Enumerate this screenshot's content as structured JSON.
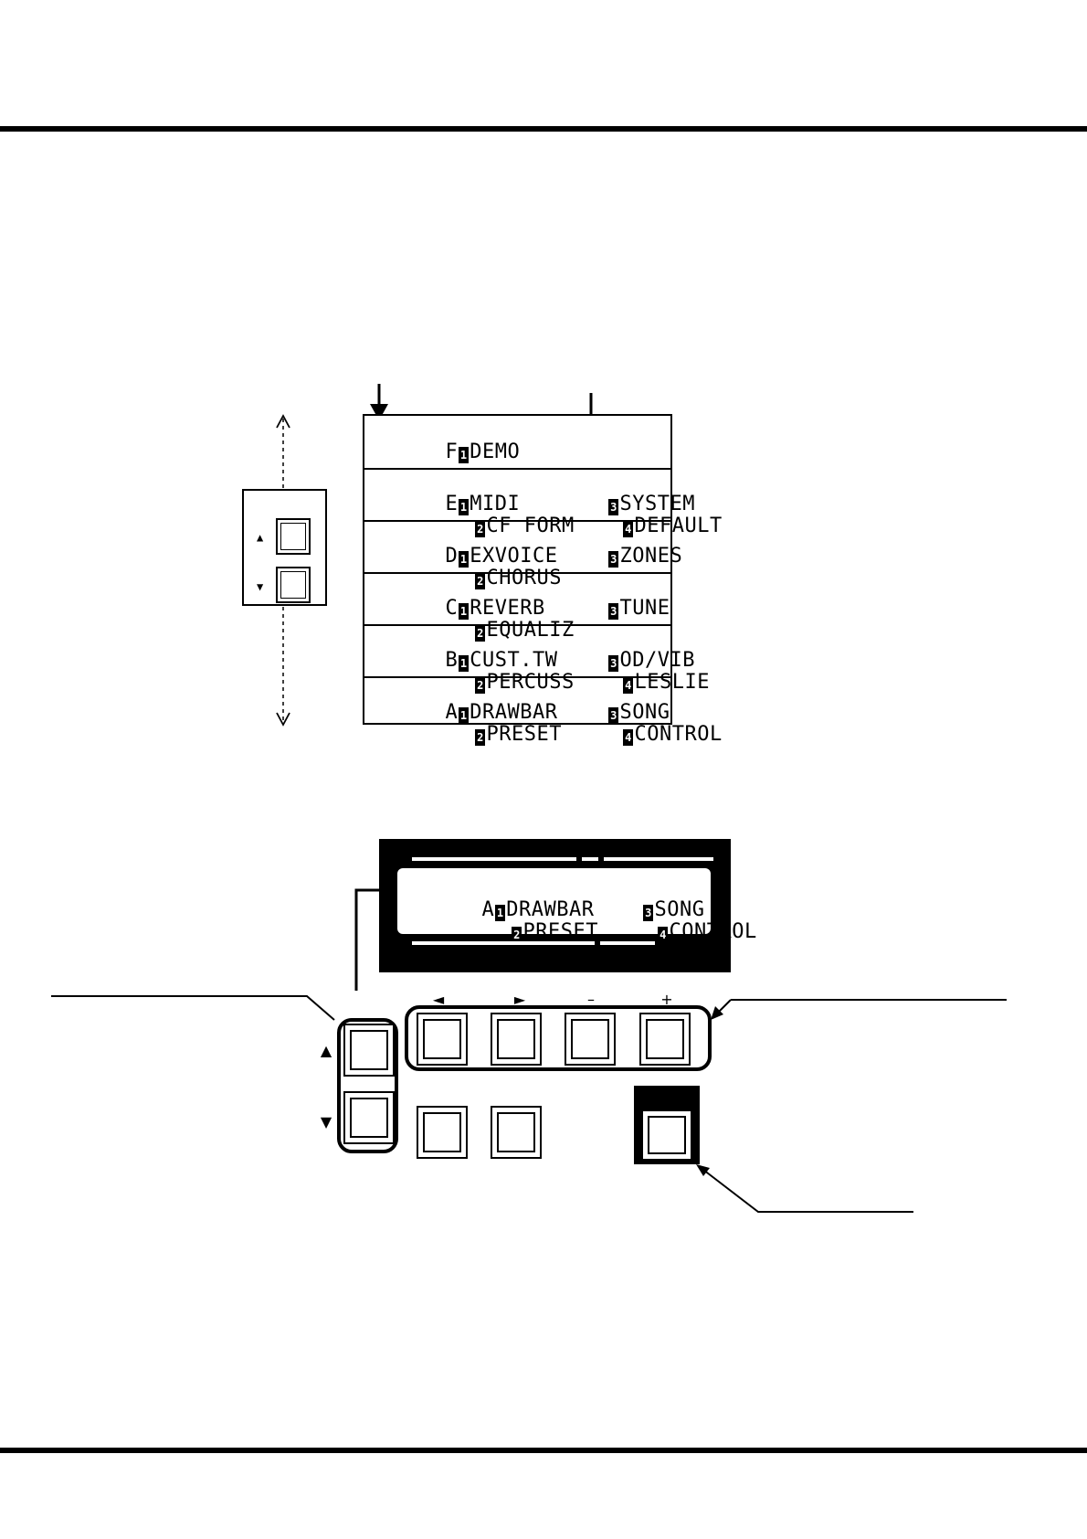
{
  "menu": {
    "rows": [
      {
        "col1": {
          "letter": "F",
          "num": "1",
          "label": "DEMO"
        }
      },
      {
        "col1": {
          "letter": "E",
          "num": "1",
          "label": "MIDI",
          "num2": "2",
          "label2": "CF FORM"
        },
        "col2": {
          "num": "3",
          "label": "SYSTEM",
          "num2": "4",
          "label2": "DEFAULT"
        }
      },
      {
        "col1": {
          "letter": "D",
          "num": "1",
          "label": "EXVOICE",
          "num2": "2",
          "label2": "CHORUS"
        },
        "col2": {
          "num": "3",
          "label": "ZONES"
        }
      },
      {
        "col1": {
          "letter": "C",
          "num": "1",
          "label": "REVERB",
          "num2": "2",
          "label2": "EQUALIZ"
        },
        "col2": {
          "num": "3",
          "label": "TUNE"
        }
      },
      {
        "col1": {
          "letter": "B",
          "num": "1",
          "label": "CUST.TW",
          "num2": "2",
          "label2": "PERCUSS"
        },
        "col2": {
          "num": "3",
          "label": "OD/VIB",
          "num2": "4",
          "label2": "LESLIE"
        }
      },
      {
        "col1": {
          "letter": "A",
          "num": "1",
          "label": "DRAWBAR",
          "num2": "2",
          "label2": "PRESET"
        },
        "col2": {
          "num": "3",
          "label": "SONG",
          "num2": "4",
          "label2": "CONTROL"
        }
      }
    ]
  },
  "lcd": {
    "line1": {
      "letter": "A",
      "num": "1",
      "label": "DRAWBAR",
      "num3": "3",
      "label3": "SONG"
    },
    "line2": {
      "num": "2",
      "label": "PRESET",
      "num4": "4",
      "label4": "CONTROL"
    }
  },
  "panel": {
    "cursor_left": "◄",
    "cursor_right": "►",
    "minus": "–",
    "plus": "+",
    "page_up": "▲",
    "page_down": "▼"
  },
  "icons": {
    "up": "up-triangle-icon",
    "down": "down-triangle-icon",
    "arrow": "arrow-icon"
  },
  "colors": {
    "ink": "#000000",
    "paper": "#ffffff"
  }
}
